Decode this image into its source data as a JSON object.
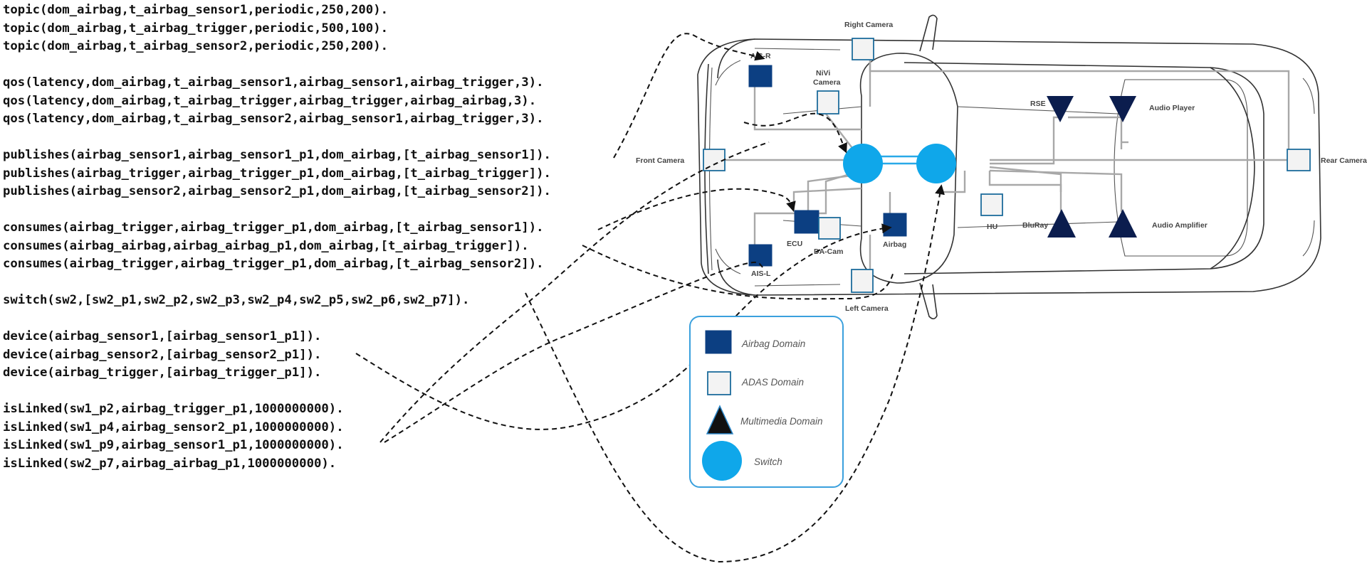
{
  "code_lines": [
    "topic(dom_airbag,t_airbag_sensor1,periodic,250,200).",
    "topic(dom_airbag,t_airbag_trigger,periodic,500,100).",
    "topic(dom_airbag,t_airbag_sensor2,periodic,250,200).",
    "",
    "qos(latency,dom_airbag,t_airbag_sensor1,airbag_sensor1,airbag_trigger,3).",
    "qos(latency,dom_airbag,t_airbag_trigger,airbag_trigger,airbag_airbag,3).",
    "qos(latency,dom_airbag,t_airbag_sensor2,airbag_sensor1,airbag_trigger,3).",
    "",
    "publishes(airbag_sensor1,airbag_sensor1_p1,dom_airbag,[t_airbag_sensor1]).",
    "publishes(airbag_trigger,airbag_trigger_p1,dom_airbag,[t_airbag_trigger]).",
    "publishes(airbag_sensor2,airbag_sensor2_p1,dom_airbag,[t_airbag_sensor2]).",
    "",
    "consumes(airbag_trigger,airbag_trigger_p1,dom_airbag,[t_airbag_sensor1]).",
    "consumes(airbag_airbag,airbag_airbag_p1,dom_airbag,[t_airbag_trigger]).",
    "consumes(airbag_trigger,airbag_trigger_p1,dom_airbag,[t_airbag_sensor2]).",
    "",
    "switch(sw2,[sw2_p1,sw2_p2,sw2_p3,sw2_p4,sw2_p5,sw2_p6,sw2_p7]).",
    "",
    "device(airbag_sensor1,[airbag_sensor1_p1]).",
    "device(airbag_sensor2,[airbag_sensor2_p1]).",
    "device(airbag_trigger,[airbag_trigger_p1]).",
    "",
    "isLinked(sw1_p2,airbag_trigger_p1,1000000000).",
    "isLinked(sw1_p4,airbag_sensor2_p1,1000000000).",
    "isLinked(sw1_p9,airbag_sensor1_p1,1000000000).",
    "isLinked(sw2_p7,airbag_airbag_p1,1000000000)."
  ],
  "diagram": {
    "labels": {
      "right_camera": "Right Camera",
      "ais_r": "AIS-R",
      "nivi_1": "NiVi",
      "nivi_2": "Camera",
      "rse": "RSE",
      "audio_player": "Audio Player",
      "front_camera": "Front Camera",
      "rear_camera": "Rear Camera",
      "ecu": "ECU",
      "da_cam": "DA-Cam",
      "airbag": "Airbag",
      "hu": "HU",
      "bluray": "BluRay",
      "audio_amplifier": "Audio Amplifier",
      "ais_l": "AIS-L",
      "left_camera": "Left Camera"
    },
    "legend": [
      {
        "shape": "airbag-square",
        "label": "Airbag Domain"
      },
      {
        "shape": "adas-square",
        "label": "ADAS Domain"
      },
      {
        "shape": "triangle",
        "label": "Multimedia Domain"
      },
      {
        "shape": "circle",
        "label": "Switch"
      }
    ],
    "colors": {
      "airbag_domain": "#0c3f82",
      "adas_fill": "#f3f3f3",
      "adas_stroke": "#1d6c9c",
      "multimedia_domain": "#0b1d4e",
      "switch": "#0fa7ea",
      "wire": "#a8a8a8",
      "legend_border": "#3aa0dd"
    }
  }
}
